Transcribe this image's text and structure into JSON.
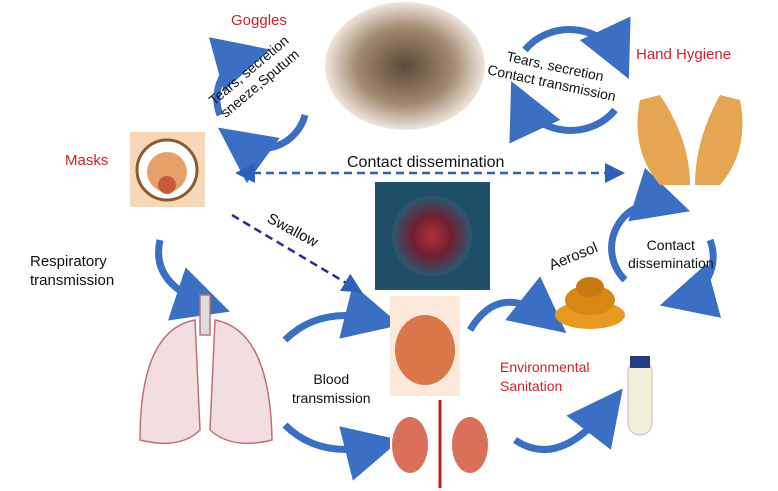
{
  "labels": {
    "goggles": "Goggles",
    "hand_hygiene": "Hand Hygiene",
    "masks": "Masks",
    "environmental_sanitation": [
      "Environmental",
      "Sanitation"
    ],
    "left_cycle": [
      "Tears, secretion",
      "sneeze,Sputum"
    ],
    "right_cycle": [
      "Tears, secretion",
      "Contact transmission"
    ],
    "contact_dissemination": "Contact dissemination",
    "swallow": "Swallow",
    "respiratory": [
      "Respiratory",
      "transmission"
    ],
    "blood": [
      "Blood",
      "transmission"
    ],
    "aerosol": "Aerosol",
    "contact_dissemination_right": [
      "Contact",
      "dissemination"
    ]
  },
  "colors": {
    "arrow": "#3a6fc4",
    "dashed": "#2f5fb8",
    "label_red": "#d0202a"
  }
}
